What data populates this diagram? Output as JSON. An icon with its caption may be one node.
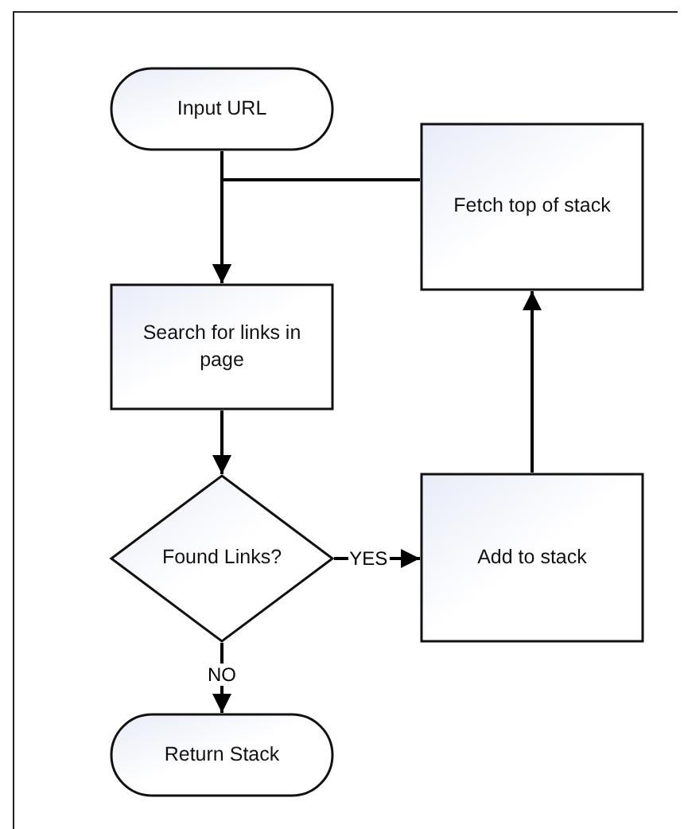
{
  "diagram": {
    "nodes": [
      {
        "text": [
          "Input URL"
        ]
      },
      {
        "text": [
          "Search for links in page"
        ]
      },
      {
        "text": [
          "Found Links?"
        ]
      },
      {
        "text": [
          "Return Stack"
        ]
      },
      {
        "text": [
          "Add to stack"
        ]
      },
      {
        "text": [
          "Fetch top of stack"
        ]
      }
    ],
    "edges": [
      {
        "from": 0,
        "to": 1,
        "arrow": "to"
      },
      {
        "from": 5,
        "to": 1,
        "arrow": "to"
      },
      {
        "from": 1,
        "to": 2,
        "arrow": "to"
      },
      {
        "from": 2,
        "to": 4,
        "arrow": "to",
        "label": "YES"
      },
      {
        "from": 2,
        "to": 3,
        "arrow": "to",
        "label": "NO"
      },
      {
        "from": 4,
        "to": 5,
        "arrow": "to"
      }
    ]
  }
}
